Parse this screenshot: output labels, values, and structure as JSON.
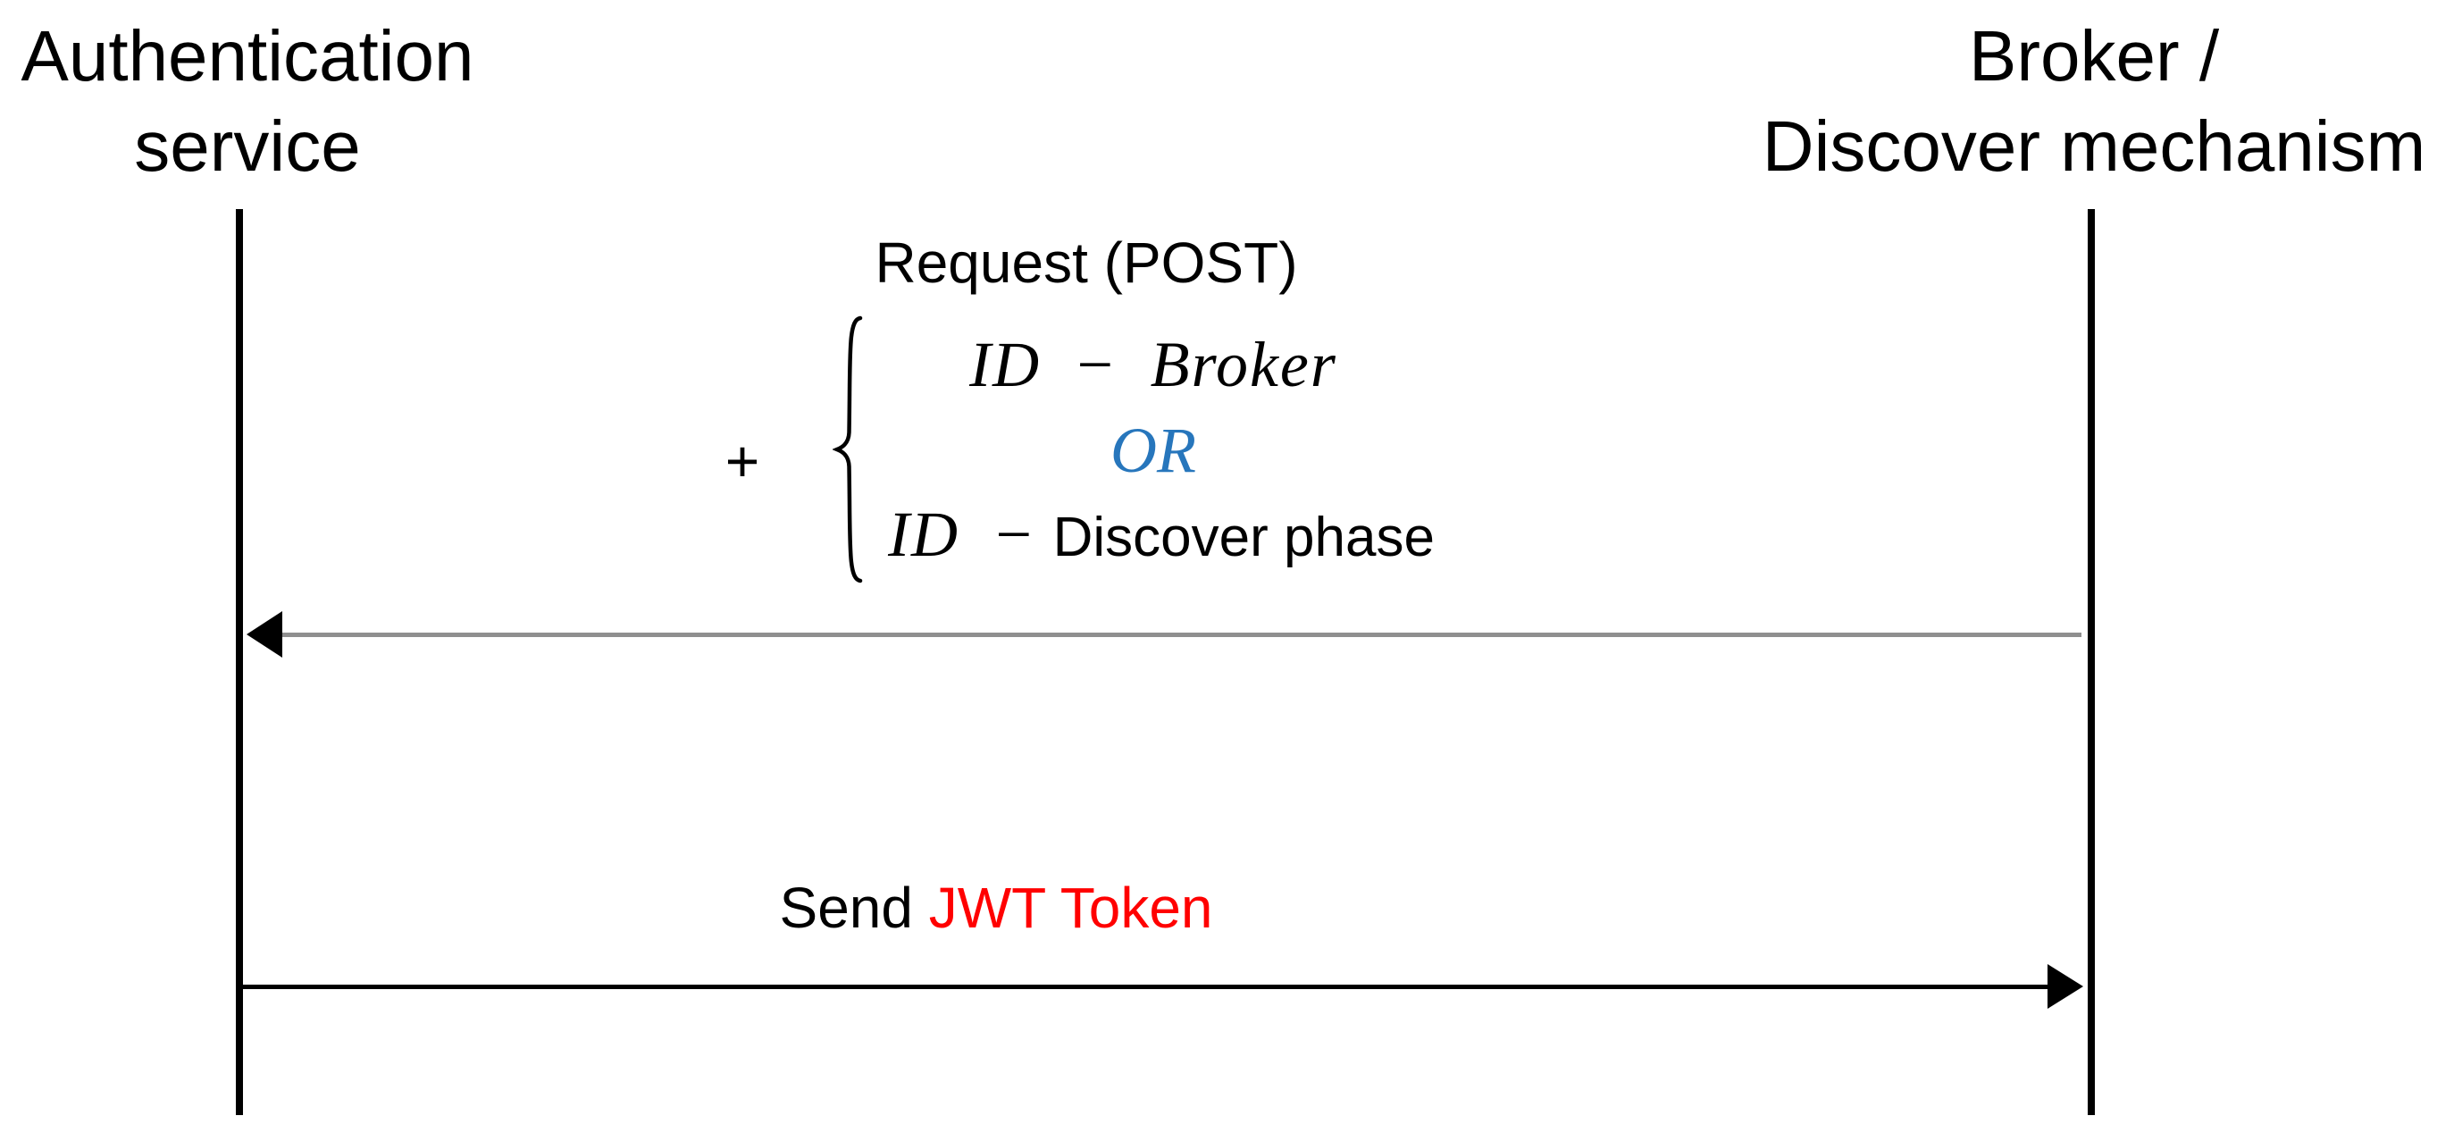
{
  "actors": {
    "left": {
      "line1": "Authentication",
      "line2": "service"
    },
    "right": {
      "line1": "Broker /",
      "line2": "Discover mechanism"
    }
  },
  "request": {
    "title": "Request (POST)",
    "plus": "+",
    "option1": "ID − Broker",
    "or": "OR",
    "option2_prefix": "ID −",
    "option2_suffix": "Discover phase"
  },
  "send": {
    "prefix": "Send ",
    "highlight": "JWT Token"
  },
  "colors": {
    "text_black": "#000000",
    "arrow_gray": "#8F8F8F",
    "or_blue": "#2776BC",
    "jwt_red": "#FF0000"
  }
}
